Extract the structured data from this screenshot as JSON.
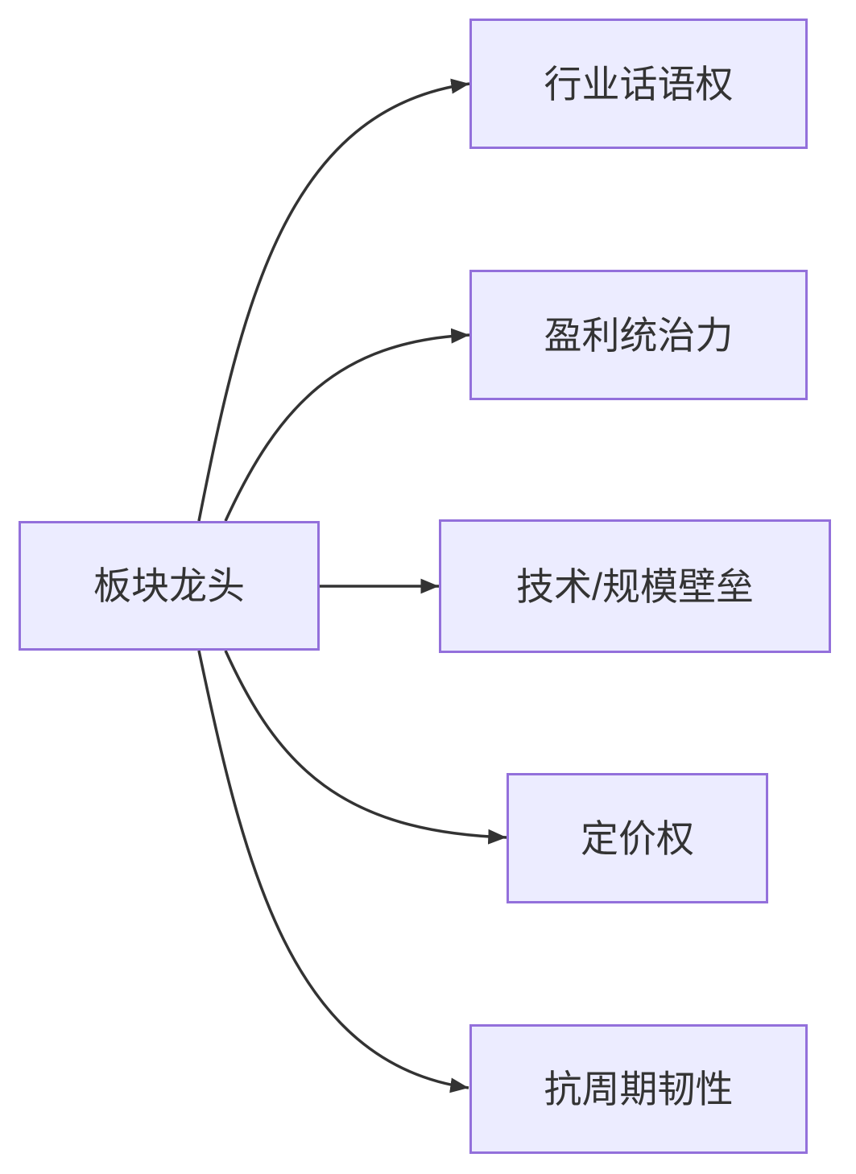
{
  "diagram": {
    "type": "flowchart",
    "direction": "left-to-right",
    "root": {
      "id": "root",
      "label": "板块龙头"
    },
    "branches": [
      {
        "id": "b0",
        "label": "行业话语权"
      },
      {
        "id": "b1",
        "label": "盈利统治力"
      },
      {
        "id": "b2",
        "label": "技术/规模壁垒"
      },
      {
        "id": "b3",
        "label": "定价权"
      },
      {
        "id": "b4",
        "label": "抗周期韧性"
      }
    ],
    "edges": [
      {
        "from": "板块龙头",
        "to": "行业话语权",
        "style": "curved-arrow"
      },
      {
        "from": "板块龙头",
        "to": "盈利统治力",
        "style": "curved-arrow"
      },
      {
        "from": "板块龙头",
        "to": "技术/规模壁垒",
        "style": "straight-arrow"
      },
      {
        "from": "板块龙头",
        "to": "定价权",
        "style": "curved-arrow"
      },
      {
        "from": "板块龙头",
        "to": "抗周期韧性",
        "style": "curved-arrow"
      }
    ],
    "colors": {
      "node_fill": "#ECECFF",
      "node_border": "#9370DB",
      "edge": "#333333",
      "text": "#333333",
      "background": "#FFFFFF"
    }
  }
}
